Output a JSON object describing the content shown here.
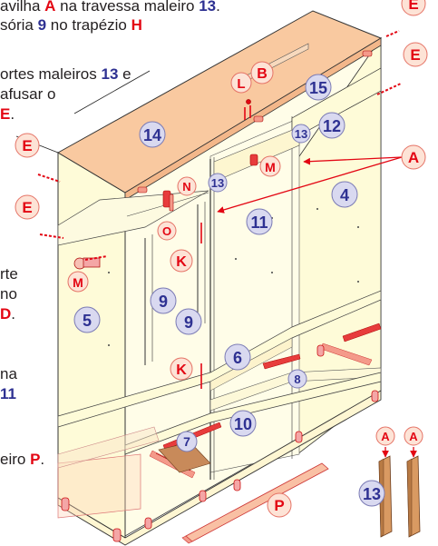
{
  "instructions": {
    "line1": {
      "pre": "avilha ",
      "a": "A",
      "mid": " na travessa maleiro ",
      "num": "13",
      "post": "."
    },
    "line2": {
      "pre": "sória ",
      "num": "9",
      "mid": " no trapézio ",
      "h": "H"
    },
    "line3": {
      "pre": "ortes maleiros ",
      "num": "13",
      "post": " e"
    },
    "line4": {
      "text": "afusar o"
    },
    "line5": {
      "e": "E",
      "post": "."
    },
    "line6": {
      "text": "rte"
    },
    "line7": {
      "text": "no"
    },
    "line8": {
      "d": "D",
      "post": "."
    },
    "line9": {
      "text": "na"
    },
    "line10": {
      "num": "11"
    },
    "line11": {
      "pre": "eiro ",
      "p": "P",
      "post": "."
    }
  },
  "part_numbers": [
    "4",
    "5",
    "6",
    "7",
    "8",
    "9",
    "9",
    "10",
    "11",
    "12",
    "13",
    "13",
    "13",
    "14",
    "15"
  ],
  "hardware_labels": [
    "A",
    "A",
    "A",
    "B",
    "E",
    "E",
    "E",
    "E",
    "K",
    "K",
    "L",
    "M",
    "M",
    "N",
    "O",
    "P"
  ],
  "colors": {
    "red_label": "#e30613",
    "blue_label": "#2e3192",
    "text": "#231f20",
    "top_panel": "#f9c9a0",
    "body_panel": "#fefce3",
    "part_bubble": "#d9d9f0",
    "hardware_bubble": "#fde3d6",
    "foot": "#f4a6a6"
  },
  "icons": [
    "screw-icon",
    "cam-lock-icon",
    "dowel-icon",
    "drawer-slide-icon",
    "hinge-icon",
    "foot-icon",
    "callout-arrow-icon"
  ]
}
